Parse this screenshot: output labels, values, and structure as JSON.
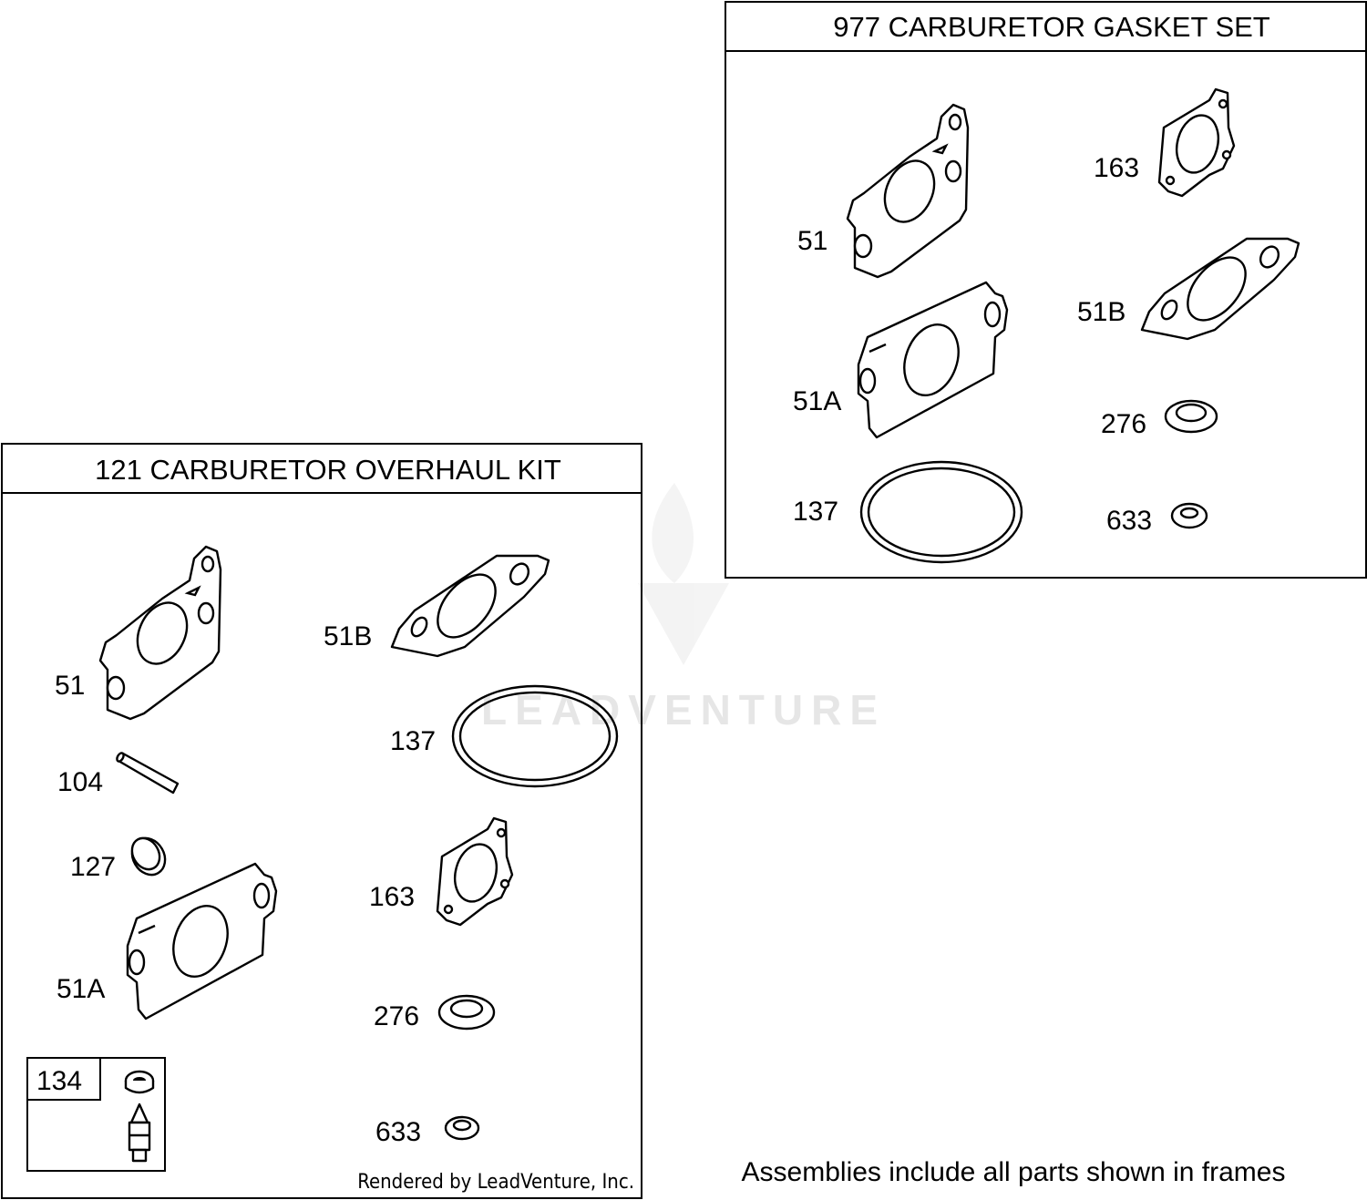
{
  "frames": {
    "gasket_set": {
      "title": "977 CARBURETOR GASKET SET",
      "labels": {
        "p51": "51",
        "p163": "163",
        "p51b": "51B",
        "p51a": "51A",
        "p276": "276",
        "p137": "137",
        "p633": "633"
      }
    },
    "overhaul_kit": {
      "title": "121 CARBURETOR OVERHAUL KIT",
      "labels": {
        "p51": "51",
        "p51b": "51B",
        "p137": "137",
        "p104": "104",
        "p127": "127",
        "p163": "163",
        "p51a": "51A",
        "p276": "276",
        "p134": "134",
        "p633": "633"
      }
    }
  },
  "watermark": "LEADVENTURE",
  "credit": "Rendered by LeadVenture, Inc.",
  "note": "Assemblies include all parts shown in frames",
  "colors": {
    "line": "#000000",
    "background": "#ffffff",
    "watermark": "#e6e6e6"
  }
}
